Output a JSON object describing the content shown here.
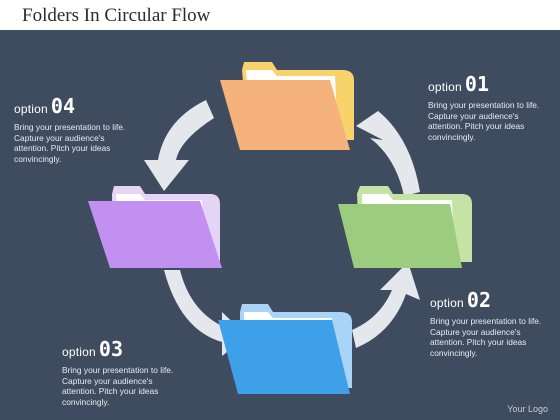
{
  "title": "Folders In Circular Flow",
  "options": [
    {
      "word": "option",
      "num": "01",
      "text": "Bring your presentation to life. Capture your audience's attention. Pitch your ideas convincingly."
    },
    {
      "word": "option",
      "num": "02",
      "text": "Bring your presentation to life. Capture your audience's attention. Pitch your ideas convincingly."
    },
    {
      "word": "option",
      "num": "03",
      "text": "Bring your presentation to life. Capture your audience's attention. Pitch your ideas convincingly."
    },
    {
      "word": "option",
      "num": "04",
      "text": "Bring your presentation to life. Capture your audience's attention. Pitch your ideas convincingly."
    }
  ],
  "logo": "Your Logo",
  "colors": {
    "background": "#3f4b5e",
    "arrow": "#e4e7ec",
    "folder_top": "#f7b76e",
    "folder_right": "#9ccd7e",
    "folder_bottom": "#3fa0ea",
    "folder_left": "#c290f0"
  }
}
